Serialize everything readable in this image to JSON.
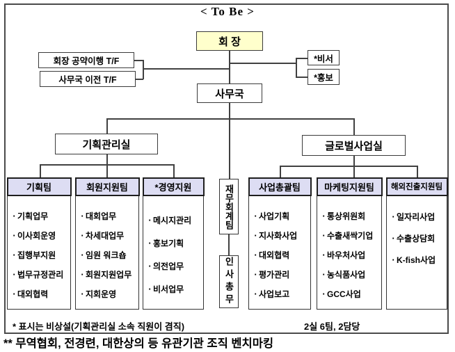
{
  "title": "< To Be >",
  "bullet_char": "·",
  "colors": {
    "chairman_bg": "#FFFFCC",
    "team_header_bg": "#DDDDF3",
    "line": "#404040"
  },
  "org": {
    "chairman": "회 장",
    "secretariat": "사무국",
    "taskforces": [
      "회장 공약이행 T/F",
      "사무국 이전 T/F"
    ],
    "staff_units": [
      "*비서",
      "*홍보"
    ],
    "divisions": [
      "기획관리실",
      "글로벌사업실"
    ],
    "vertical_units": [
      "재무회계팀",
      "인사총무"
    ],
    "teams": [
      {
        "name": "기획팀",
        "items": [
          "기획업무",
          "이사회운영",
          "집행부지원",
          "법무규정관리",
          "대외협력"
        ]
      },
      {
        "name": "회원지원팀",
        "items": [
          "대회업무",
          "차세대업무",
          "임원 워크숍",
          "회원지원업무",
          "지회운영"
        ]
      },
      {
        "name": "*경영지원",
        "items": [
          "메시지관리",
          "홍보기획",
          "의전업무",
          "비서업무"
        ]
      },
      {
        "name": "사업총괄팀",
        "items": [
          "사업기획",
          "지사화사업",
          "대외협력",
          "평가관리",
          "사업보고"
        ]
      },
      {
        "name": "마케팅지원팀",
        "items": [
          "통상위원회",
          "수출새싹기업",
          "바우처사업",
          "농식품사업",
          "GCC사업"
        ]
      },
      {
        "name": "해외진출지원팀",
        "items": [
          "일자리사업",
          "수출상담회",
          "K-fish사업"
        ]
      }
    ]
  },
  "footnotes": {
    "note_asterisk": "* 표시는 비상설(기획관리실 소속 직원이 겸직)",
    "org_summary": "2실 6팀, 2담당",
    "note_double_asterisk": "** 무역협회, 전경련, 대한상의 등 유관기관 조직 벤치마킹"
  }
}
